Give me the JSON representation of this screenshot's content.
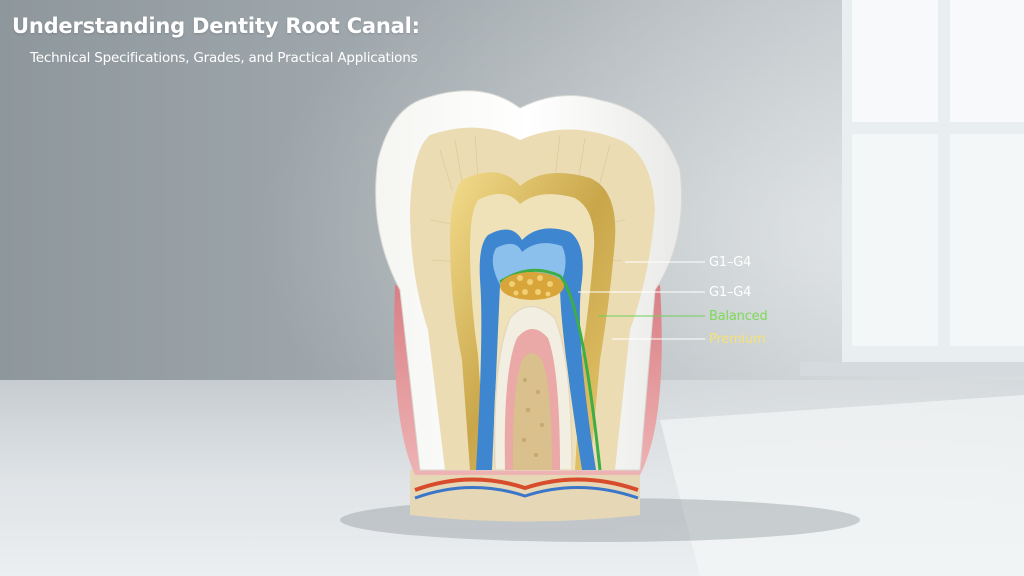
{
  "title": "Understanding Dentity Root Canal:",
  "subtitle": "Technical Specifications, Grades, and Practical Applications",
  "callouts": [
    {
      "text": "G1–G4",
      "color": "#ffffff"
    },
    {
      "text": "G1–G4",
      "color": "#ffffff"
    },
    {
      "text": "Balanced",
      "color": "#7ed957"
    },
    {
      "text": "Premium",
      "color": "#f3e27a"
    }
  ]
}
